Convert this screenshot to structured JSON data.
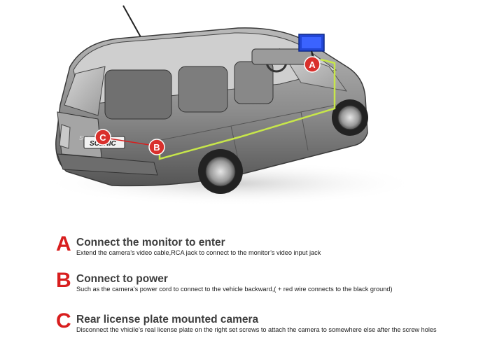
{
  "colors": {
    "accent_red": "#d81e1e",
    "wire_green": "#c7e64a",
    "monitor_blue": "#2246d6"
  },
  "diagram": {
    "car_badge": "SCENIC",
    "markers": [
      {
        "letter": "A",
        "part": "monitor"
      },
      {
        "letter": "B",
        "part": "power connection"
      },
      {
        "letter": "C",
        "part": "rear license plate camera"
      }
    ]
  },
  "steps": [
    {
      "letter": "A",
      "title": "Connect the monitor to enter",
      "description": "Extend the camera’s video cable,RCA jack to connect to the monitor’s video input jack"
    },
    {
      "letter": "B",
      "title": "Connect to power",
      "description": "Such as the camera’s power cord to connect to the vehicle backward,( + red wire connects to the black ground)"
    },
    {
      "letter": "C",
      "title": "Rear license plate mounted camera",
      "description": "Disconnect the vhicile’s real license plate on the right set screws to attach the camera to somewhere else after the screw holes"
    }
  ]
}
